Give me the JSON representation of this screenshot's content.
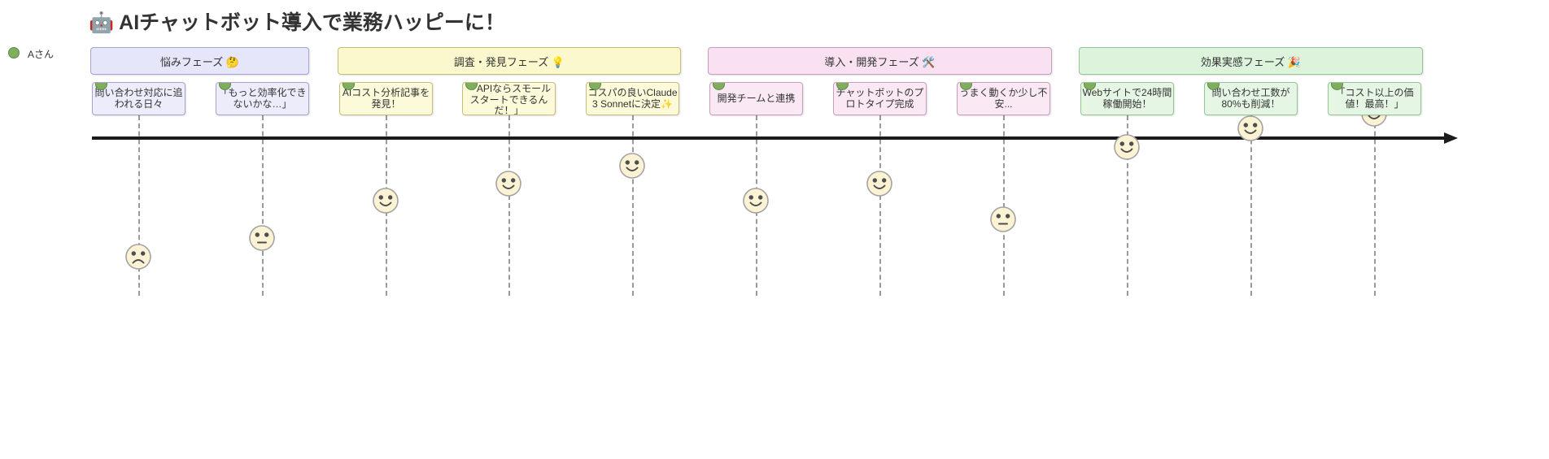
{
  "title": "🤖 AIチャットボット導入で業務ハッピーに！",
  "legend": {
    "actor_name": "Aさん",
    "actor_color": "#7fae5f"
  },
  "scale": {
    "min_score": 1,
    "max_score": 9
  },
  "colors": {
    "phase1_fill": "#e6e6fa",
    "phase2_fill": "#fbf8cd",
    "phase3_fill": "#f9e1f1",
    "phase4_fill": "#ddf3dc",
    "face_fill": "#fcf3d5",
    "timeline": "#1b1b1b"
  },
  "phases": [
    {
      "label": "悩みフェーズ 🤔",
      "tasks": [
        {
          "text": "問い合わせ対応に追われる日々",
          "lines": [
            "問い合わせ対応に追",
            "われる日々"
          ],
          "actor": "Aさん",
          "score": 1,
          "mood": "sad"
        },
        {
          "text": "「もっと効率化できないかな…」",
          "lines": [
            "「もっと効率化でき",
            "ないかな…」"
          ],
          "actor": "Aさん",
          "score": 2,
          "mood": "neutral"
        }
      ]
    },
    {
      "label": "調査・発見フェーズ 💡",
      "tasks": [
        {
          "text": "AIコスト分析記事を発見！",
          "lines": [
            "AIコスト分析記事を",
            "発見！"
          ],
          "actor": "Aさん",
          "score": 4,
          "mood": "smile"
        },
        {
          "text": "「APIならスモールスタートできるんだ！」",
          "lines": [
            "「APIならスモール",
            "スタートできるん",
            "だ！」"
          ],
          "actor": "Aさん",
          "score": 5,
          "mood": "smile"
        },
        {
          "text": "コスパの良いClaude 3 Sonnetに決定✨",
          "lines": [
            "コスパの良いClaude",
            "3 Sonnetに決定✨"
          ],
          "actor": "Aさん",
          "score": 6,
          "mood": "smile"
        }
      ]
    },
    {
      "label": "導入・開発フェーズ 🛠️",
      "tasks": [
        {
          "text": "開発チームと連携",
          "lines": [
            "開発チームと連携"
          ],
          "actor": "Aさん",
          "score": 4,
          "mood": "smile"
        },
        {
          "text": "チャットボットのプロトタイプ完成",
          "lines": [
            "チャットボットのプ",
            "ロトタイプ完成"
          ],
          "actor": "Aさん",
          "score": 5,
          "mood": "smile"
        },
        {
          "text": "うまく動くか少し不安...",
          "lines": [
            "うまく動くか少し不",
            "安..."
          ],
          "actor": "Aさん",
          "score": 3,
          "mood": "neutral"
        }
      ]
    },
    {
      "label": "効果実感フェーズ 🎉",
      "tasks": [
        {
          "text": "Webサイトで24時間稼働開始！",
          "lines": [
            "Webサイトで24時間",
            "稼働開始！"
          ],
          "actor": "Aさん",
          "score": 7,
          "mood": "smile"
        },
        {
          "text": "問い合わせ工数が80%も削減！",
          "lines": [
            "問い合わせ工数が",
            "80%も削減！"
          ],
          "actor": "Aさん",
          "score": 8,
          "mood": "smile"
        },
        {
          "text": "「コスト以上の価値！最高！」",
          "lines": [
            "「コスト以上の価",
            "値！最高！」"
          ],
          "actor": "Aさん",
          "score": 9,
          "mood": "smile"
        }
      ]
    }
  ]
}
